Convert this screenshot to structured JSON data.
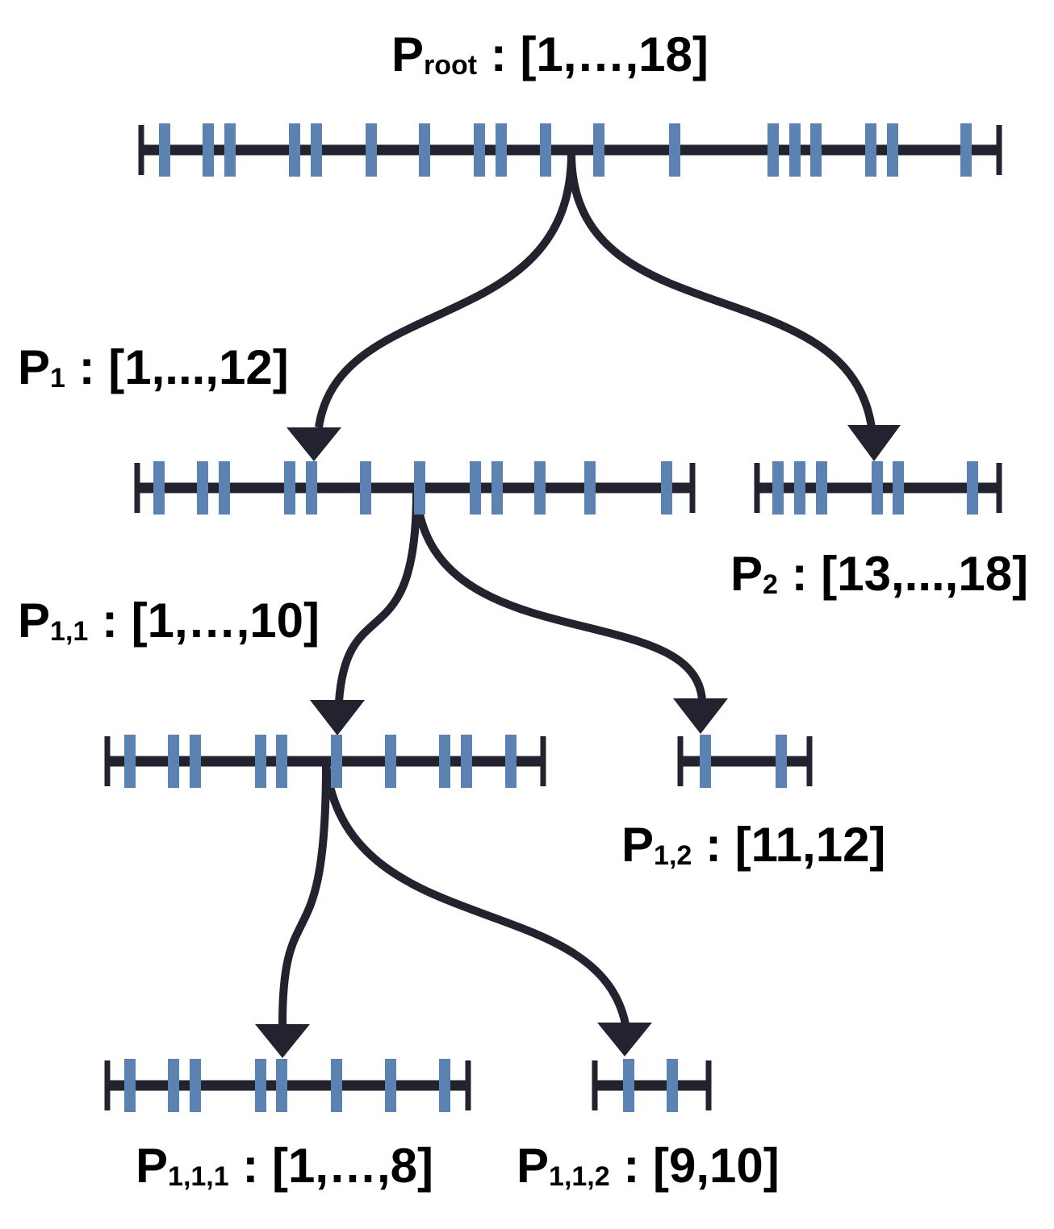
{
  "colors": {
    "line": "#23232f",
    "tick": "#5b82b0",
    "text": "#000000",
    "background": "#ffffff"
  },
  "nodes": {
    "root": {
      "prefix": "P",
      "sub": "root",
      "suffix": " : [1,…,18]"
    },
    "p1": {
      "prefix": "P",
      "sub": "1",
      "suffix": " : [1,...,12]"
    },
    "p2": {
      "prefix": "P",
      "sub": "2",
      "suffix": " : [13,...,18]"
    },
    "p11": {
      "prefix": "P",
      "sub": "1,1",
      "suffix": " : [1,…,10]"
    },
    "p12": {
      "prefix": "P",
      "sub": "1,2",
      "suffix": " : [11,12]"
    },
    "p111": {
      "prefix": "P",
      "sub": "1,1,1",
      "suffix": " : [1,…,8]"
    },
    "p112": {
      "prefix": "P",
      "sub": "1,1,2",
      "suffix": " : [9,10]"
    }
  },
  "edges": [
    {
      "from": "root",
      "to": "p1"
    },
    {
      "from": "root",
      "to": "p2"
    },
    {
      "from": "p1",
      "to": "p11"
    },
    {
      "from": "p1",
      "to": "p12"
    },
    {
      "from": "p11",
      "to": "p111"
    },
    {
      "from": "p11",
      "to": "p112"
    }
  ],
  "point_counts": {
    "root": 18,
    "p1": 12,
    "p2": 6,
    "p11": 10,
    "p12": 2,
    "p111": 8,
    "p112": 2
  }
}
